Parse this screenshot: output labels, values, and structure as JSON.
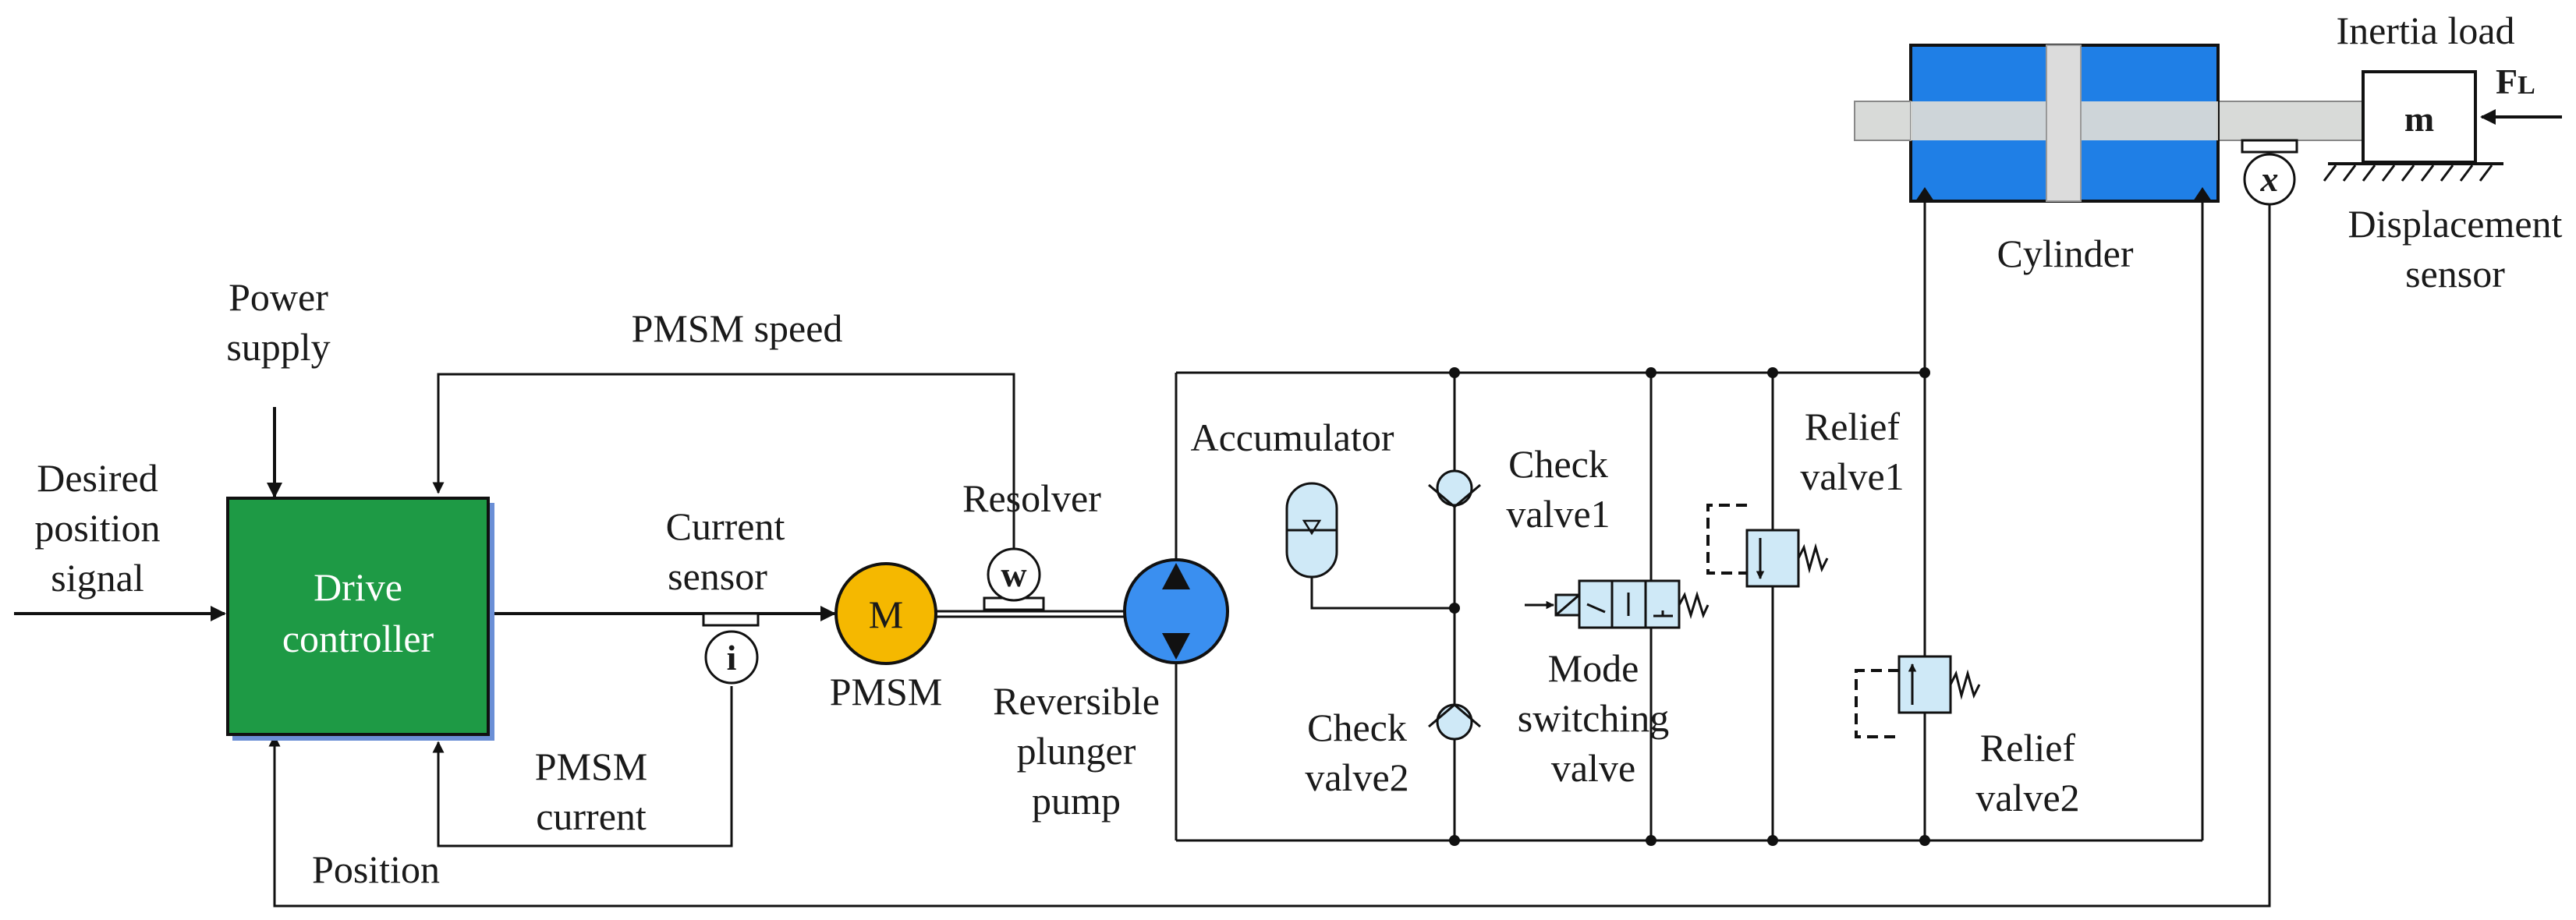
{
  "labels": {
    "desired_signal": [
      "Desired",
      "position",
      "signal"
    ],
    "power_supply": [
      "Power",
      "supply"
    ],
    "drive_controller": [
      "Drive",
      "controller"
    ],
    "pmsm_speed": "PMSM speed",
    "current_sensor": [
      "Current",
      "sensor"
    ],
    "current_symbol": "i",
    "pmsm_current": [
      "PMSM",
      "current"
    ],
    "position": "Position",
    "motor_symbol": "M",
    "pmsm": "PMSM",
    "resolver": "Resolver",
    "resolver_symbol": "w",
    "pump": [
      "Reversible",
      "plunger",
      "pump"
    ],
    "accumulator": "Accumulator",
    "check_valve1": [
      "Check",
      "valve1"
    ],
    "check_valve2": [
      "Check",
      "valve2"
    ],
    "mode_valve": [
      "Mode",
      "switching",
      "valve"
    ],
    "relief_valve1": [
      "Relief",
      "valve1"
    ],
    "relief_valve2": [
      "Relief",
      "valve2"
    ],
    "cylinder": "Cylinder",
    "inertia_load": "Inertia load",
    "mass_symbol": "m",
    "force_main": "F",
    "force_sub": "L",
    "disp_symbol": "x",
    "displacement_sensor": [
      "Displacement",
      "sensor"
    ]
  },
  "colors": {
    "controller": "#1e9a45",
    "motor": "#f5b800",
    "pump": "#3a8ff0",
    "cylinder": "#1f7fe6",
    "valve": "#cfe9f7",
    "rod": "#d8dad8"
  }
}
